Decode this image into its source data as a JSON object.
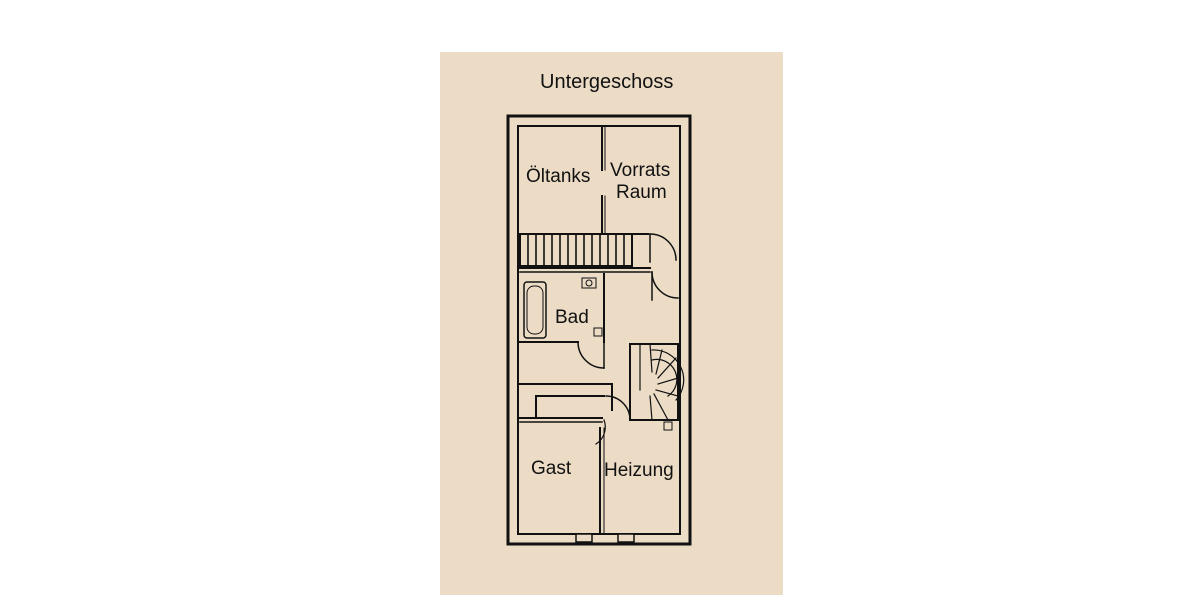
{
  "title": "Untergeschoss",
  "rooms": {
    "oeltanks": "Öltanks",
    "vorrats_line1": "Vorrats",
    "vorrats_line2": "Raum",
    "bad": "Bad",
    "gast": "Gast",
    "heizung": "Heizung"
  },
  "colors": {
    "paper": "#ecdcc6",
    "ink": "#111111"
  }
}
